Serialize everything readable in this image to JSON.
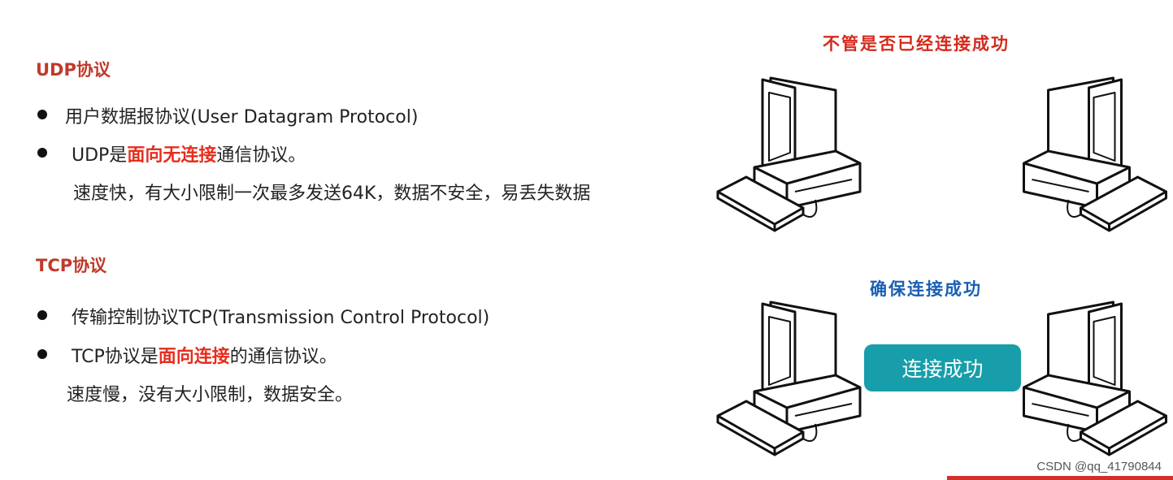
{
  "udp": {
    "title": "UDP协议",
    "bullet1": "用户数据报协议(User Datagram Protocol)",
    "bullet2_pre": "UDP是",
    "bullet2_em": "面向无连接",
    "bullet2_post": "通信协议。",
    "note": "速度快，有大小限制一次最多发送64K，数据不安全，易丢失数据"
  },
  "tcp": {
    "title": "TCP协议",
    "bullet1": "传输控制协议TCP(Transmission Control Protocol)",
    "bullet2_pre": "TCP协议是",
    "bullet2_em": "面向连接",
    "bullet2_post": "的通信协议。",
    "note": "速度慢，没有大小限制，数据安全。"
  },
  "diagram": {
    "caption_top": "不管是否已经连接成功",
    "caption_bottom": "确保连接成功",
    "connect_label": "连接成功"
  },
  "watermark": "CSDN @qq_41790844",
  "colors": {
    "heading": "#c0392b",
    "emphasis": "#e62e1e",
    "button": "#179eaa",
    "caption_blue": "#1a5fb4"
  }
}
